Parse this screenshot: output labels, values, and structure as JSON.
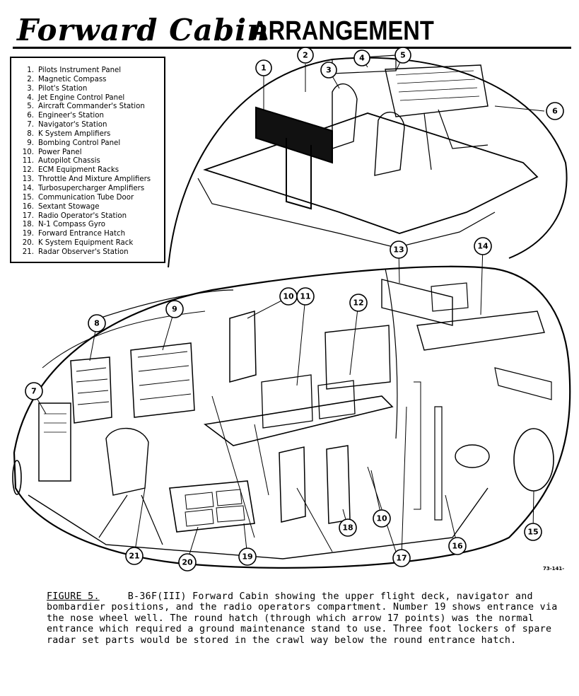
{
  "header": {
    "title_italic": "Forward Cabin",
    "title_block": "ARRANGEMENT"
  },
  "legend": {
    "items": [
      {
        "num": "1.",
        "label": "Pilots Instrument Panel"
      },
      {
        "num": "2.",
        "label": "Magnetic Compass"
      },
      {
        "num": "3.",
        "label": "Pilot's Station"
      },
      {
        "num": "4.",
        "label": "Jet Engine Control Panel"
      },
      {
        "num": "5.",
        "label": "Aircraft Commander's Station"
      },
      {
        "num": "6.",
        "label": "Engineer's Station"
      },
      {
        "num": "7.",
        "label": "Navigator's Station"
      },
      {
        "num": "8.",
        "label": "K System Amplifiers"
      },
      {
        "num": "9.",
        "label": "Bombing Control Panel"
      },
      {
        "num": "10.",
        "label": "Power Panel"
      },
      {
        "num": "11.",
        "label": "Autopilot Chassis"
      },
      {
        "num": "12.",
        "label": "ECM Equipment Racks"
      },
      {
        "num": "13.",
        "label": "Throttle And Mixture Amplifiers"
      },
      {
        "num": "14.",
        "label": "Turbosupercharger Amplifiers"
      },
      {
        "num": "15.",
        "label": "Communication Tube Door"
      },
      {
        "num": "16.",
        "label": "Sextant Stowage"
      },
      {
        "num": "17.",
        "label": "Radio Operator's Station"
      },
      {
        "num": "18.",
        "label": "N-1 Compass Gyro"
      },
      {
        "num": "19.",
        "label": "Forward Entrance Hatch"
      },
      {
        "num": "20.",
        "label": "K System Equipment Rack"
      },
      {
        "num": "21.",
        "label": "Radar Observer's Station"
      }
    ]
  },
  "callouts": [
    {
      "id": "1"
    },
    {
      "id": "2"
    },
    {
      "id": "3"
    },
    {
      "id": "4"
    },
    {
      "id": "5"
    },
    {
      "id": "6"
    },
    {
      "id": "7"
    },
    {
      "id": "8"
    },
    {
      "id": "9"
    },
    {
      "id": "10"
    },
    {
      "id": "11"
    },
    {
      "id": "12"
    },
    {
      "id": "13"
    },
    {
      "id": "14"
    },
    {
      "id": "15"
    },
    {
      "id": "16"
    },
    {
      "id": "17"
    },
    {
      "id": "18"
    },
    {
      "id": "10"
    },
    {
      "id": "19"
    },
    {
      "id": "20"
    },
    {
      "id": "21"
    }
  ],
  "ref_code": "73-141-",
  "caption": {
    "figure_label": "FIGURE 5.",
    "text": "B-36F(III) Forward Cabin showing the upper flight deck, navigator and bombardier positions, and the radio operators compartment. Number 19 shows entrance via the nose wheel well. The round hatch (through which arrow 17 points) was the normal entrance which required a ground maintenance stand to use. Three foot lockers of spare radar set parts would be stored in the crawl way below the round entrance hatch."
  }
}
